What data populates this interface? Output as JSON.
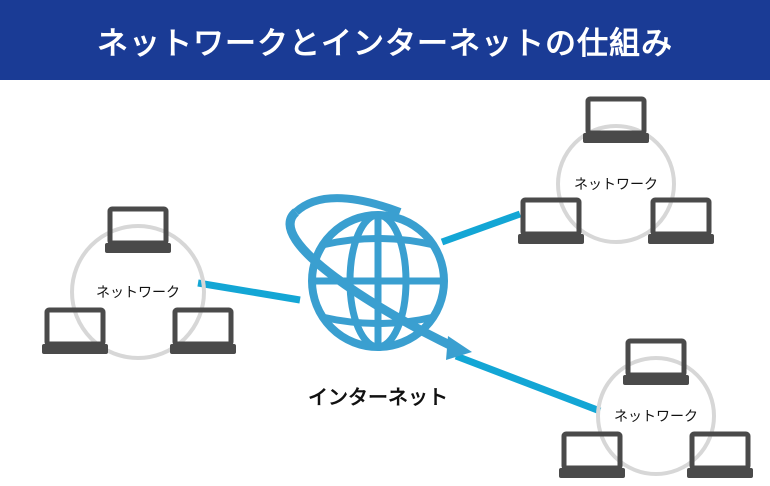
{
  "title": "ネットワークとインターネットの仕組み",
  "center_label": "インターネット",
  "networks": [
    {
      "label": "ネットワーク"
    },
    {
      "label": "ネットワーク"
    },
    {
      "label": "ネットワーク"
    }
  ],
  "colors": {
    "banner": "#1a3b95",
    "link": "#13a6d5",
    "globe": "#3a9fd0",
    "laptop": "#4a4a4a",
    "ring": "#d7d7d7"
  }
}
